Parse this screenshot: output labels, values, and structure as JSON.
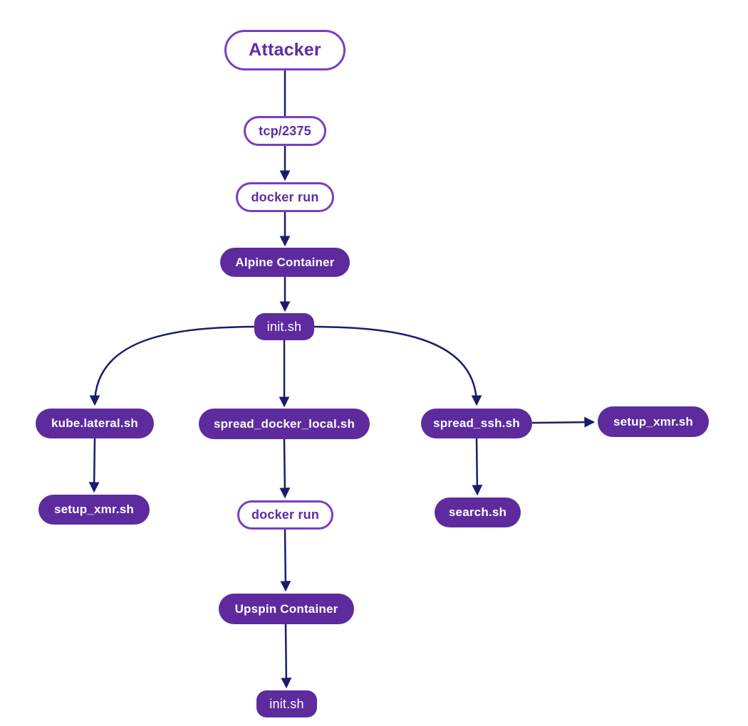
{
  "diagram": {
    "type": "flowchart",
    "direction": "top-down",
    "title": "Attacker docker exploitation flow",
    "nodes": [
      {
        "id": "attacker",
        "label": "Attacker",
        "shape": "stadium",
        "variant": "outlined",
        "emphasis": "bold"
      },
      {
        "id": "tcp-2375",
        "label": "tcp/2375",
        "shape": "stadium",
        "variant": "outlined",
        "emphasis": "bold"
      },
      {
        "id": "docker-run-1",
        "label": "docker run",
        "shape": "stadium",
        "variant": "outlined",
        "emphasis": "bold"
      },
      {
        "id": "alpine-container",
        "label": "Alpine Container",
        "shape": "stadium",
        "variant": "filled",
        "emphasis": "bold"
      },
      {
        "id": "init-sh-1",
        "label": "init.sh",
        "shape": "rounded",
        "variant": "filled",
        "emphasis": "normal"
      },
      {
        "id": "kube-lateral-sh",
        "label": "kube.lateral.sh",
        "shape": "stadium",
        "variant": "filled",
        "emphasis": "bold"
      },
      {
        "id": "spread-docker-local-sh",
        "label": "spread_docker_local.sh",
        "shape": "stadium",
        "variant": "filled",
        "emphasis": "bold"
      },
      {
        "id": "spread-ssh-sh",
        "label": "spread_ssh.sh",
        "shape": "stadium",
        "variant": "filled",
        "emphasis": "bold"
      },
      {
        "id": "setup-xmr-sh-right",
        "label": "setup_xmr.sh",
        "shape": "stadium",
        "variant": "filled",
        "emphasis": "bold"
      },
      {
        "id": "setup-xmr-sh-left",
        "label": "setup_xmr.sh",
        "shape": "stadium",
        "variant": "filled",
        "emphasis": "bold"
      },
      {
        "id": "search-sh",
        "label": "search.sh",
        "shape": "stadium",
        "variant": "filled",
        "emphasis": "bold"
      },
      {
        "id": "docker-run-2",
        "label": "docker run",
        "shape": "stadium",
        "variant": "outlined",
        "emphasis": "bold"
      },
      {
        "id": "upspin-container",
        "label": "Upspin Container",
        "shape": "stadium",
        "variant": "filled",
        "emphasis": "bold"
      },
      {
        "id": "init-sh-2",
        "label": "init.sh",
        "shape": "rounded",
        "variant": "filled",
        "emphasis": "normal"
      }
    ],
    "edges": [
      {
        "from": "attacker",
        "to": "tcp-2375",
        "arrowhead": false
      },
      {
        "from": "tcp-2375",
        "to": "docker-run-1",
        "arrowhead": true
      },
      {
        "from": "docker-run-1",
        "to": "alpine-container",
        "arrowhead": true
      },
      {
        "from": "alpine-container",
        "to": "init-sh-1",
        "arrowhead": true
      },
      {
        "from": "init-sh-1",
        "to": "kube-lateral-sh",
        "arrowhead": true
      },
      {
        "from": "init-sh-1",
        "to": "spread-docker-local-sh",
        "arrowhead": true
      },
      {
        "from": "init-sh-1",
        "to": "spread-ssh-sh",
        "arrowhead": true
      },
      {
        "from": "kube-lateral-sh",
        "to": "setup-xmr-sh-left",
        "arrowhead": true
      },
      {
        "from": "spread-docker-local-sh",
        "to": "docker-run-2",
        "arrowhead": true
      },
      {
        "from": "spread-ssh-sh",
        "to": "setup-xmr-sh-right",
        "arrowhead": true
      },
      {
        "from": "spread-ssh-sh",
        "to": "search-sh",
        "arrowhead": true
      },
      {
        "from": "docker-run-2",
        "to": "upspin-container",
        "arrowhead": true
      },
      {
        "from": "upspin-container",
        "to": "init-sh-2",
        "arrowhead": true
      }
    ],
    "theme": {
      "node_fill": "#5d2b9e",
      "node_fill_text": "#ffffff",
      "outline_border": "#7b3dc1",
      "outline_text": "#5e2ca6",
      "edge_color": "#1c1c6c",
      "background": "#ffffff"
    }
  }
}
